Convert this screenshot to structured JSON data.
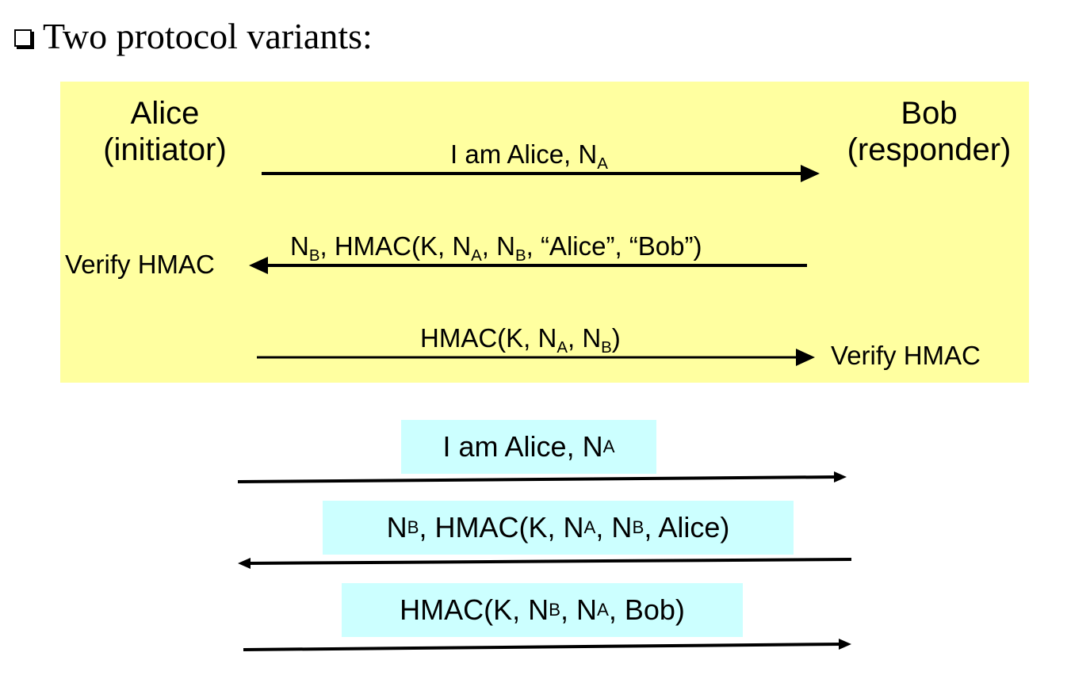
{
  "heading": {
    "text": "Two protocol variants:"
  },
  "variant1": {
    "alice_name": "Alice",
    "alice_role": "(initiator)",
    "bob_name": "Bob",
    "bob_role": "(responder)",
    "msg1": {
      "pre": "I am Alice, N",
      "sub": "A"
    },
    "msg2": {
      "p1": "N",
      "s1": "B",
      "p2": ", HMAC(K, N",
      "s2": "A",
      "p3": ", N",
      "s3": "B",
      "p4": ", “Alice”, “Bob”)"
    },
    "msg3": {
      "p1": "HMAC(K, N",
      "s1": "A",
      "p2": ", N",
      "s2": "B",
      "p3": ")"
    },
    "verify_left": "Verify HMAC",
    "verify_right": "Verify HMAC"
  },
  "variant2": {
    "msg1": {
      "pre": "I am Alice, N",
      "sub": "A"
    },
    "msg2": {
      "p1": "N",
      "s1": "B",
      "p2": ", HMAC(K, N",
      "s2": "A",
      "p3": ", N",
      "s3": "B",
      "p4": ", Alice)"
    },
    "msg3": {
      "p1": "HMAC(K, N",
      "s1": "B",
      "p2": ", N",
      "s2": "A",
      "p3": ", Bob)"
    }
  },
  "colors": {
    "panel": "#ffffa0",
    "label_box": "#ccffff"
  }
}
